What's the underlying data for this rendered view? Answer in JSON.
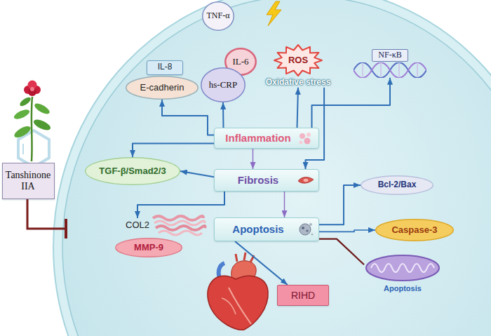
{
  "diagram": {
    "nodes": [
      {
        "text": [
          "Tanshinone IIA"
        ]
      },
      {
        "text": [
          "TNF-α"
        ]
      },
      {
        "text": [
          "IL-8"
        ]
      },
      {
        "text": [
          "IL-6"
        ]
      },
      {
        "text": [
          "ROS",
          "Oxidative stress"
        ]
      },
      {
        "text": [
          "NF-κB"
        ]
      },
      {
        "text": [
          "E-cadherin"
        ]
      },
      {
        "text": [
          "hs-CRP"
        ]
      },
      {
        "text": [
          "Inflammation"
        ]
      },
      {
        "text": [
          "TGF-β/Smad2/3"
        ]
      },
      {
        "text": [
          "Fibrosis"
        ]
      },
      {
        "text": [
          "Bcl-2/Bax"
        ]
      },
      {
        "text": [
          "COL2"
        ]
      },
      {
        "text": [
          "MMP-9"
        ]
      },
      {
        "text": [
          "Apoptosis"
        ]
      },
      {
        "text": [
          "Caspase-3"
        ]
      },
      {
        "text": [
          "RIHD"
        ]
      },
      {
        "text": [
          "Apoptosis"
        ]
      }
    ],
    "edges": [
      {
        "from": 8,
        "to": 6,
        "arrow": "to"
      },
      {
        "from": 8,
        "to": 7,
        "arrow": "to"
      },
      {
        "from": 8,
        "to": 4,
        "arrow": "to"
      },
      {
        "from": 8,
        "to": 5,
        "arrow": "to"
      },
      {
        "from": 4,
        "to": 10,
        "arrow": "to"
      },
      {
        "from": 8,
        "to": 9,
        "arrow": "to"
      },
      {
        "from": 8,
        "to": 10,
        "arrow": "to"
      },
      {
        "from": 10,
        "to": 9,
        "arrow": "to"
      },
      {
        "from": 10,
        "to": 12,
        "arrow": "to"
      },
      {
        "from": 10,
        "to": 14,
        "arrow": "to"
      },
      {
        "from": 14,
        "to": 11,
        "arrow": "to"
      },
      {
        "from": 14,
        "to": 15,
        "arrow": "to"
      },
      {
        "from": 14,
        "to": 16,
        "arrow": "to"
      },
      {
        "from": 14,
        "to": 17,
        "arrow": "none"
      }
    ]
  }
}
